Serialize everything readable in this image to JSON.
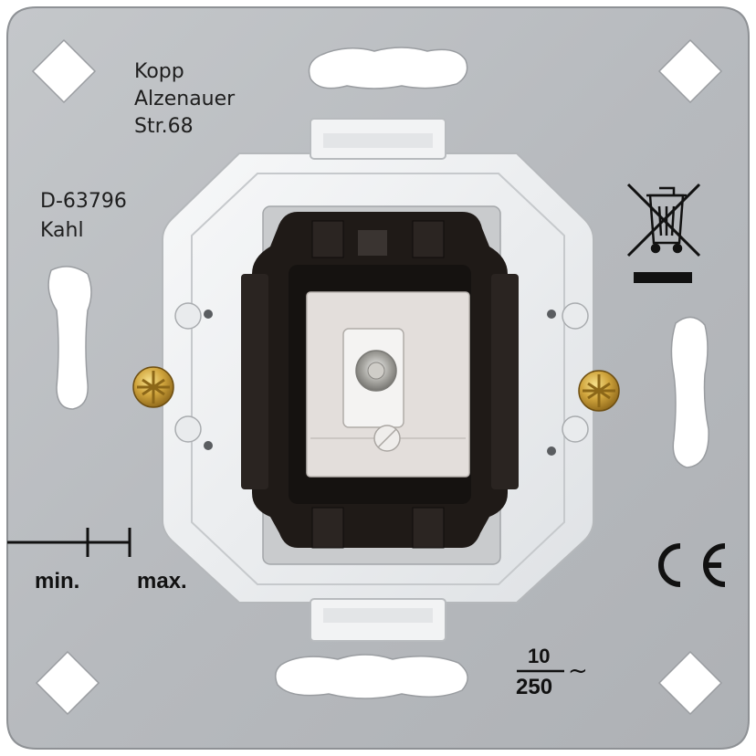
{
  "manufacturer": {
    "name": "Kopp",
    "street": "Alzenauer",
    "number": "Str.68",
    "postcode": "D-63796",
    "city": "Kahl"
  },
  "scale": {
    "min_label": "min.",
    "max_label": "max."
  },
  "marks": {
    "ce": "CE",
    "weee_icon": "crossed-out-wheelie-bin-icon"
  },
  "rating": {
    "current": "10",
    "voltage": "250",
    "ac_symbol": "~"
  },
  "colors": {
    "plate": "#b9bcc0",
    "frame": "#eceef0",
    "mechanism": "#1f1a17",
    "insert": "#e3dedb",
    "brass": "#c9a23e"
  }
}
